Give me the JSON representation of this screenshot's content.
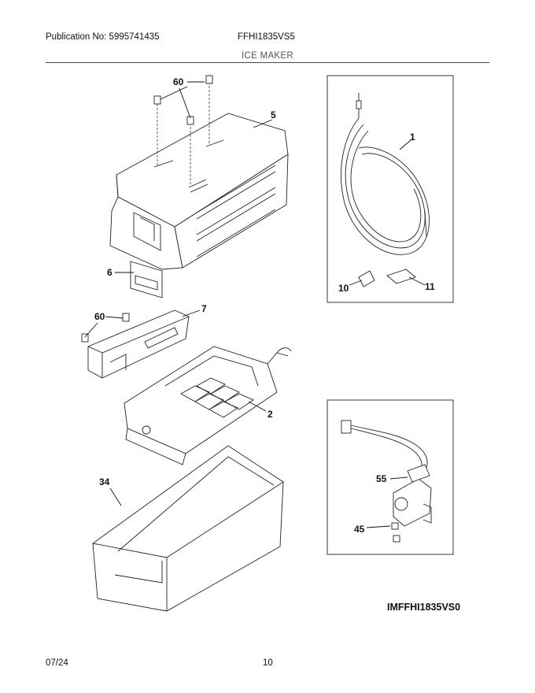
{
  "header": {
    "publication": "Publication No: 5995741435",
    "model": "FFHI1835VS5",
    "section": "ICE MAKER"
  },
  "callouts": {
    "c1": "1",
    "c2": "2",
    "c5": "5",
    "c6": "6",
    "c7": "7",
    "c10": "10",
    "c11": "11",
    "c34": "34",
    "c45": "45",
    "c55": "55",
    "c60a": "60",
    "c60b": "60"
  },
  "diagram_code": "IMFFHI1835VS0",
  "footer": {
    "date": "07/24",
    "page": "10"
  }
}
